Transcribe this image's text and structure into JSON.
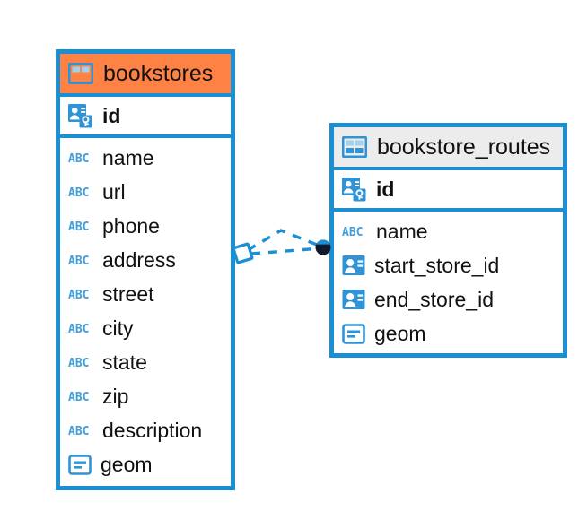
{
  "diagram": {
    "type": "entity-relationship-diagram",
    "background": "#ffffff",
    "accent_color": "#1b8fd4",
    "header_highlight_color": "#fd8244",
    "header_default_color": "#ececec"
  },
  "entities": [
    {
      "name": "bookstores",
      "header_style": "orange",
      "table_icon": "table-icon",
      "fields": [
        {
          "name": "id",
          "icon": "primary-key-icon",
          "type_hint": "pk"
        },
        {
          "name": "name",
          "icon": "abc-text-icon",
          "type_hint": "text"
        },
        {
          "name": "url",
          "icon": "abc-text-icon",
          "type_hint": "text"
        },
        {
          "name": "phone",
          "icon": "abc-text-icon",
          "type_hint": "text"
        },
        {
          "name": "address",
          "icon": "abc-text-icon",
          "type_hint": "text"
        },
        {
          "name": "street",
          "icon": "abc-text-icon",
          "type_hint": "text"
        },
        {
          "name": "city",
          "icon": "abc-text-icon",
          "type_hint": "text"
        },
        {
          "name": "state",
          "icon": "abc-text-icon",
          "type_hint": "text"
        },
        {
          "name": "zip",
          "icon": "abc-text-icon",
          "type_hint": "text"
        },
        {
          "name": "description",
          "icon": "abc-text-icon",
          "type_hint": "text"
        },
        {
          "name": "geom",
          "icon": "geometry-icon",
          "type_hint": "geometry"
        }
      ]
    },
    {
      "name": "bookstore_routes",
      "header_style": "grey",
      "table_icon": "table-icon",
      "fields": [
        {
          "name": "id",
          "icon": "primary-key-icon",
          "type_hint": "pk"
        },
        {
          "name": "name",
          "icon": "abc-text-icon",
          "type_hint": "text"
        },
        {
          "name": "start_store_id",
          "icon": "foreign-key-icon",
          "type_hint": "fk"
        },
        {
          "name": "end_store_id",
          "icon": "foreign-key-icon",
          "type_hint": "fk"
        },
        {
          "name": "geom",
          "icon": "geometry-icon",
          "type_hint": "geometry"
        }
      ]
    }
  ],
  "relationship": {
    "from": "bookstores",
    "to": "bookstore_routes",
    "line_style": "dashed",
    "line_color": "#1b8fd4",
    "source_marker": "diamond",
    "target_marker": "filled-circle",
    "target_marker_color": "#111a2e"
  }
}
